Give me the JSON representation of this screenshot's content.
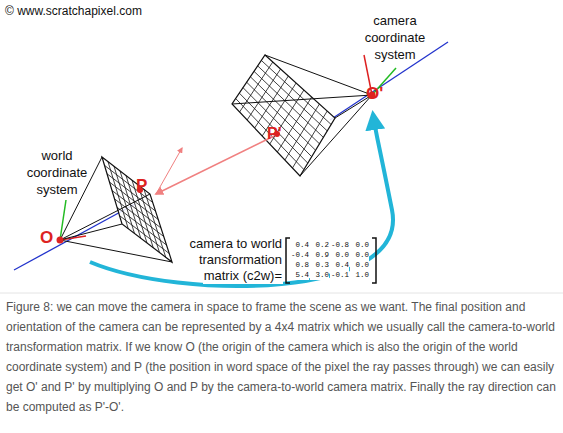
{
  "diagram": {
    "caption": "Figure 8: we can move the camera in space to frame the scene as we want. The final position and orientation of the camera can be represented by a 4x4 matrix which we usually call the camera-to-world transformation matrix. If we know O (the origin of the camera which is also the origin of the world coordinate system) and P (the position in word space of the pixel the ray passes through) we can easily get O' and P' by multiplying O and P by the camera-to-world camera matrix. Finally the ray direction can be computed as P'-O'.",
    "labels": [
      "© www.scratchapixel.com",
      "camera coordinate system",
      "world coordinate system",
      "O'",
      "P'",
      "P",
      "O",
      "camera to world",
      "transformation",
      "matrix (c2w)=",
      "0.4",
      "0.2",
      "-0.8",
      "0.0",
      "-0.4",
      "0.9",
      "0.0",
      "0.0",
      "0.8",
      "0.3",
      "0.4",
      "0.0",
      "5.4",
      "3.0",
      "-0.1",
      "1.0"
    ]
  }
}
